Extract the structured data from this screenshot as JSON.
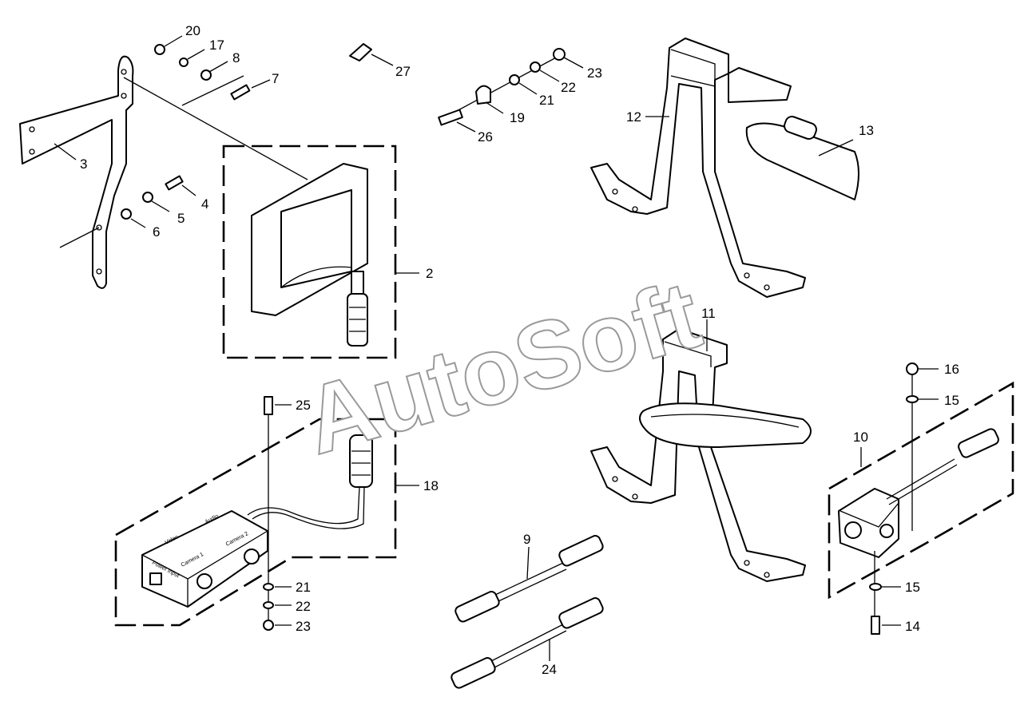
{
  "watermark": "AutoSoft",
  "callouts": [
    "20",
    "17",
    "8",
    "7",
    "27",
    "23",
    "22",
    "21",
    "19",
    "26",
    "3",
    "4",
    "5",
    "6",
    "2",
    "12",
    "13",
    "11",
    "25",
    "18",
    "16",
    "15",
    "10",
    "9",
    "21",
    "22",
    "23",
    "15",
    "14",
    "24"
  ],
  "control_box_labels": {
    "video": "Video",
    "audio": "Audio",
    "power_input": "Power Input",
    "camera_1": "Camera 1",
    "camera_2": "Camera 2"
  }
}
